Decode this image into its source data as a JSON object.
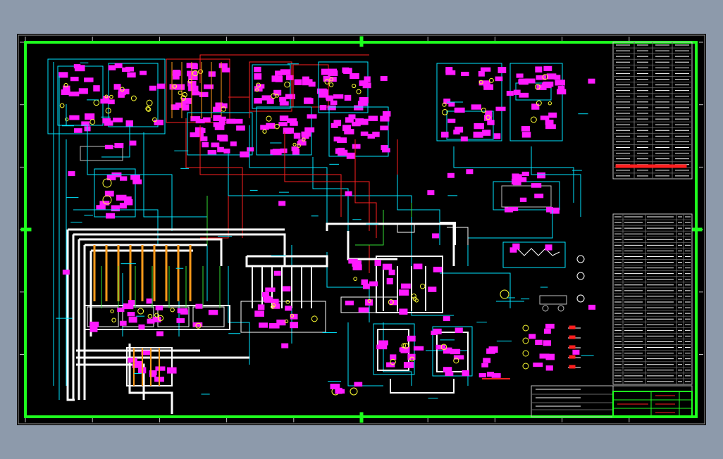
{
  "viewer": {
    "background_color": "#8d9aab",
    "sheet_color": "#000000"
  },
  "colors": {
    "border": "#1eff1e",
    "cyan": "#00e5ff",
    "magenta": "#ff1aff",
    "red": "#ff2020",
    "yellow": "#ffff33",
    "white": "#ffffff",
    "orange": "#ff9a1a",
    "green": "#33dd33",
    "gray": "#bfbfbf"
  },
  "drawing": {
    "type": "process piping and instrumentation diagram",
    "title_block_text": "",
    "legend_rows": 24,
    "equipment_list_rows": 30
  }
}
